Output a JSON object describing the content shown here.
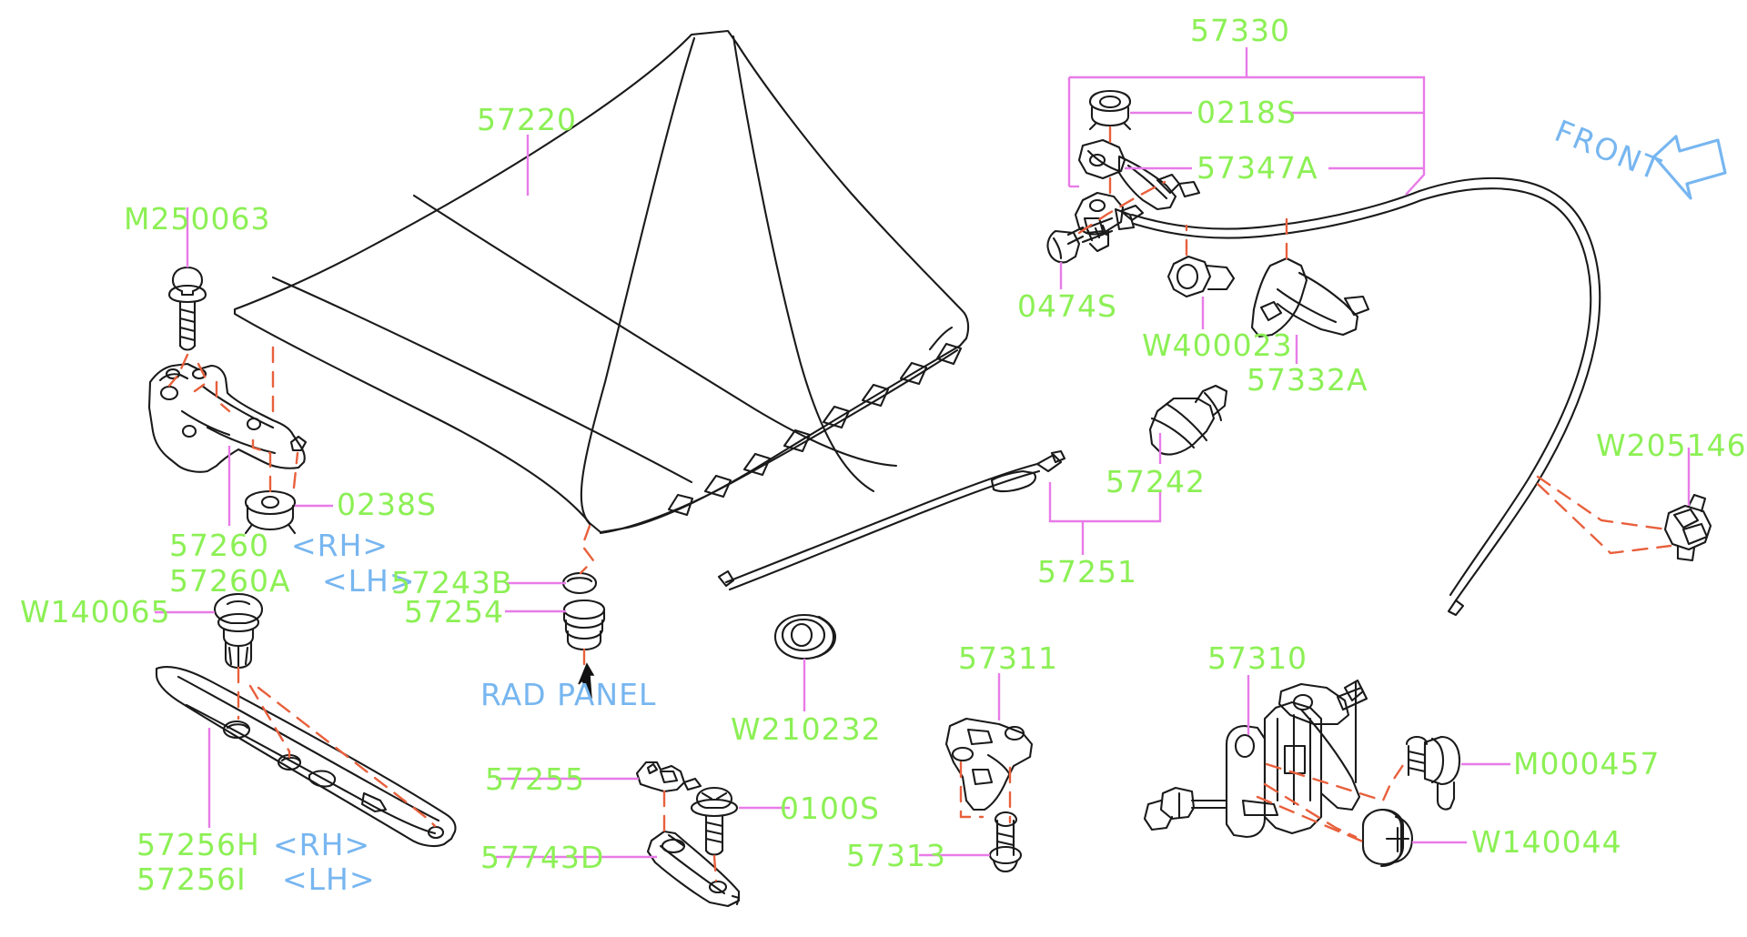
{
  "diagram": {
    "title": "Hood / Engine Hood Parts Diagram",
    "colors": {
      "part_number": "#8cf055",
      "side_marker": "#77b6f0",
      "leader_line": "#e87be8",
      "assembly_dash": "#e8603c",
      "outline": "#1a1a1a",
      "background": "#ffffff"
    },
    "front_marker": "FRONT",
    "notes": [
      {
        "id": "rad-panel",
        "text": "RAD PANEL"
      }
    ],
    "parts": [
      {
        "id": "57220",
        "number": "57220",
        "side": ""
      },
      {
        "id": "M250063",
        "number": "M250063",
        "side": ""
      },
      {
        "id": "0238S",
        "number": "0238S",
        "side": ""
      },
      {
        "id": "57260",
        "number": "57260",
        "side": "<RH>"
      },
      {
        "id": "57260A",
        "number": "57260A",
        "side": "<LH>"
      },
      {
        "id": "57243B",
        "number": "57243B",
        "side": ""
      },
      {
        "id": "57254",
        "number": "57254",
        "side": ""
      },
      {
        "id": "W140065",
        "number": "W140065",
        "side": ""
      },
      {
        "id": "57256H",
        "number": "57256H",
        "side": "<RH>"
      },
      {
        "id": "57256I",
        "number": "57256I",
        "side": "<LH>"
      },
      {
        "id": "W210232",
        "number": "W210232",
        "side": ""
      },
      {
        "id": "57255",
        "number": "57255",
        "side": ""
      },
      {
        "id": "57743D",
        "number": "57743D",
        "side": ""
      },
      {
        "id": "0100S",
        "number": "0100S",
        "side": ""
      },
      {
        "id": "57311",
        "number": "57311",
        "side": ""
      },
      {
        "id": "57313",
        "number": "57313",
        "side": ""
      },
      {
        "id": "57310",
        "number": "57310",
        "side": ""
      },
      {
        "id": "M000457",
        "number": "M000457",
        "side": ""
      },
      {
        "id": "W140044",
        "number": "W140044",
        "side": ""
      },
      {
        "id": "57330",
        "number": "57330",
        "side": ""
      },
      {
        "id": "0218S",
        "number": "0218S",
        "side": ""
      },
      {
        "id": "57347A",
        "number": "57347A",
        "side": ""
      },
      {
        "id": "0474S",
        "number": "0474S",
        "side": ""
      },
      {
        "id": "W400023",
        "number": "W400023",
        "side": ""
      },
      {
        "id": "57332A",
        "number": "57332A",
        "side": ""
      },
      {
        "id": "57242",
        "number": "57242",
        "side": ""
      },
      {
        "id": "57251",
        "number": "57251",
        "side": ""
      },
      {
        "id": "W205146",
        "number": "W205146",
        "side": ""
      }
    ]
  }
}
